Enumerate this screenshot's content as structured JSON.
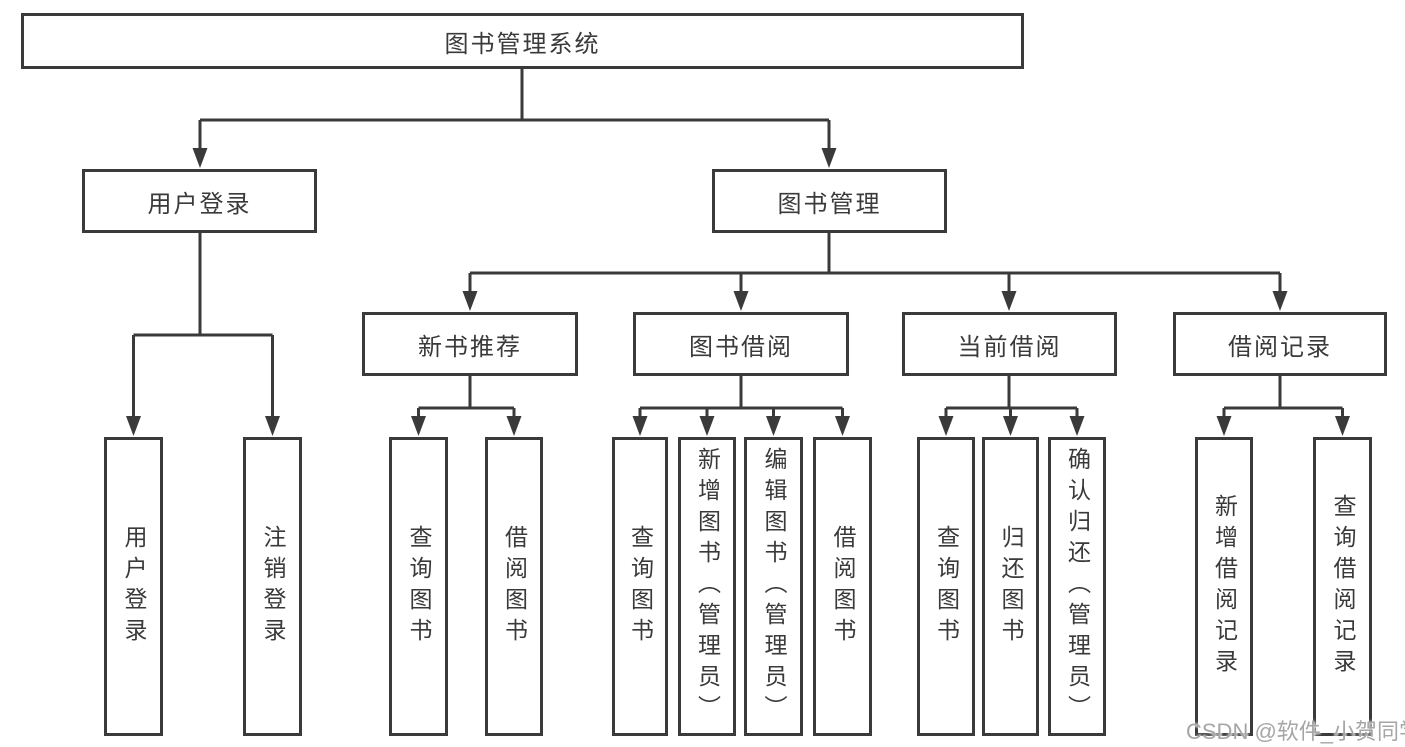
{
  "tree": {
    "label": "图书管理系统",
    "children": [
      {
        "label": "用户登录",
        "children": [
          {
            "label": "用户登录"
          },
          {
            "label": "注销登录"
          }
        ]
      },
      {
        "label": "图书管理",
        "children": [
          {
            "label": "新书推荐",
            "children": [
              {
                "label": "查询图书"
              },
              {
                "label": "借阅图书"
              }
            ]
          },
          {
            "label": "图书借阅",
            "children": [
              {
                "label": "查询图书"
              },
              {
                "label": "新增图书（管理员）"
              },
              {
                "label": "编辑图书（管理员）"
              },
              {
                "label": "借阅图书"
              }
            ]
          },
          {
            "label": "当前借阅",
            "children": [
              {
                "label": "查询图书"
              },
              {
                "label": "归还图书"
              },
              {
                "label": "确认归还（管理员）"
              }
            ]
          },
          {
            "label": "借阅记录",
            "children": [
              {
                "label": "新增借阅记录"
              },
              {
                "label": "查询借阅记录"
              }
            ]
          }
        ]
      }
    ]
  },
  "watermark": {
    "text": "CSDN @软件_小贺同学"
  },
  "colors": {
    "line": "#3a3a3a",
    "text": "#3a3a3a",
    "box_background": "#ffffff",
    "page_background": "#ffffff",
    "watermark_text": "#a6a6a6"
  }
}
